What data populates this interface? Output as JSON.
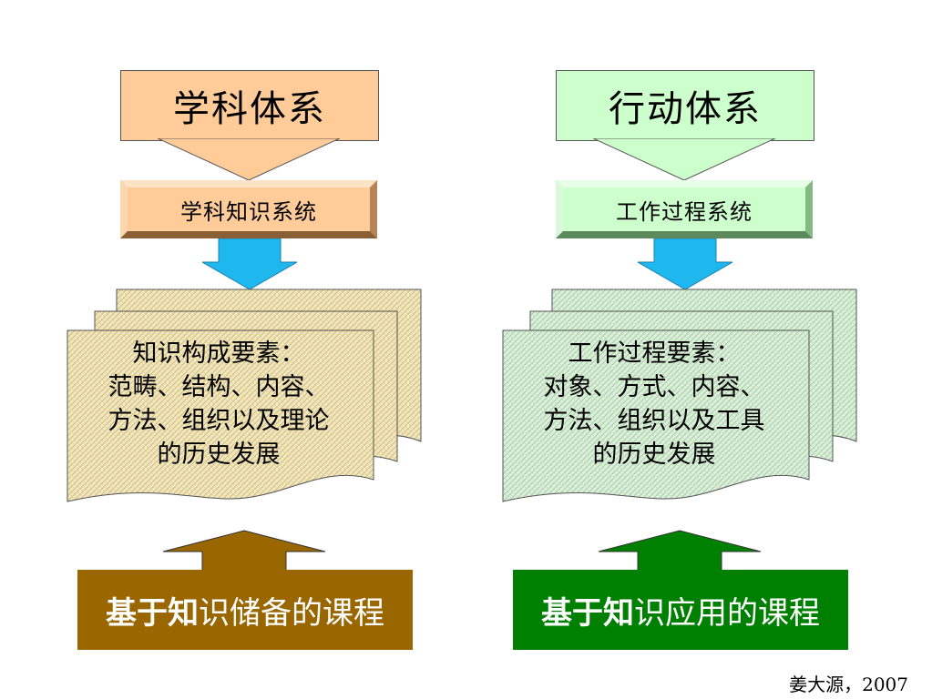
{
  "left": {
    "title": "学科体系",
    "system": "学科知识系统",
    "doc_line1": "知识构成要素：",
    "doc_line2": "范畴、结构、内容、",
    "doc_line3": "方法、组织以及理论",
    "doc_line4": "的历史发展",
    "bottom_bold": "基于知",
    "bottom_rest": "识储备的课程",
    "colors": {
      "title_bg": "#ffcc99",
      "doc_fill": "#f2e6b8",
      "bottom_bg": "#996600"
    }
  },
  "right": {
    "title": "行动体系",
    "system": "工作过程系统",
    "doc_line1": "工作过程要素：",
    "doc_line2": "对象、方式、内容、",
    "doc_line3": "方法、组织以及工具",
    "doc_line4": "的历史发展",
    "bottom_bold": "基于知",
    "bottom_rest": "识应用的课程",
    "colors": {
      "title_bg": "#ccffcc",
      "doc_fill": "#d6efd6",
      "bottom_bg": "#008000"
    }
  },
  "credit": "姜大源，2007"
}
